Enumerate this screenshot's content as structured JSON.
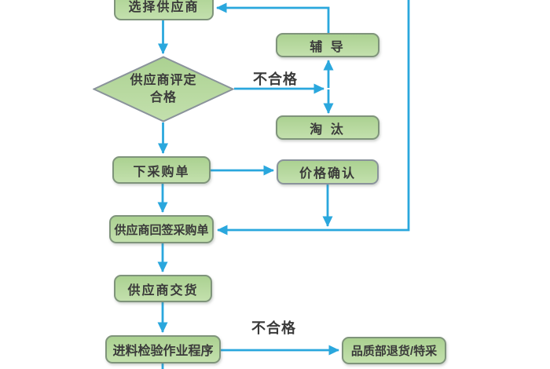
{
  "diagram": {
    "nodes": {
      "select_supplier": "选择供应商",
      "coaching": "辅 导",
      "evaluation_line1": "供应商评定",
      "evaluation_line2": "合格",
      "eliminate": "淘 汰",
      "place_po": "下采购单",
      "price_confirm": "价格确认",
      "po_countersign": "供应商回签采购单",
      "supplier_delivery": "供应商交货",
      "incoming_inspection": "进料检验作业程序",
      "quality_return": "品质部退货/特采"
    },
    "labels": {
      "unqualified_top": "不合格",
      "unqualified_bottom": "不合格"
    },
    "colors": {
      "node_fill_top": "#abd191",
      "node_fill_bottom": "#c3e0ad",
      "node_border": "#7f947b",
      "diamond_border": "#8a939b",
      "arrow": "#2aa7dd",
      "text": "#3a3a3a",
      "bg": "#ffffff"
    }
  }
}
